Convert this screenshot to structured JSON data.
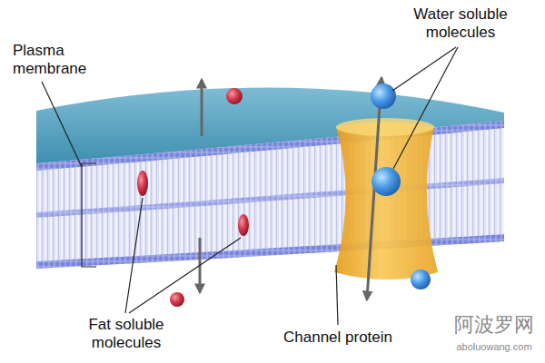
{
  "diagram": {
    "labels": [
      "Plasma membrane",
      "Water soluble molecules",
      "Fat soluble molecules",
      "Channel protein",
      "阿波罗网",
      "aboluowang.com"
    ]
  }
}
